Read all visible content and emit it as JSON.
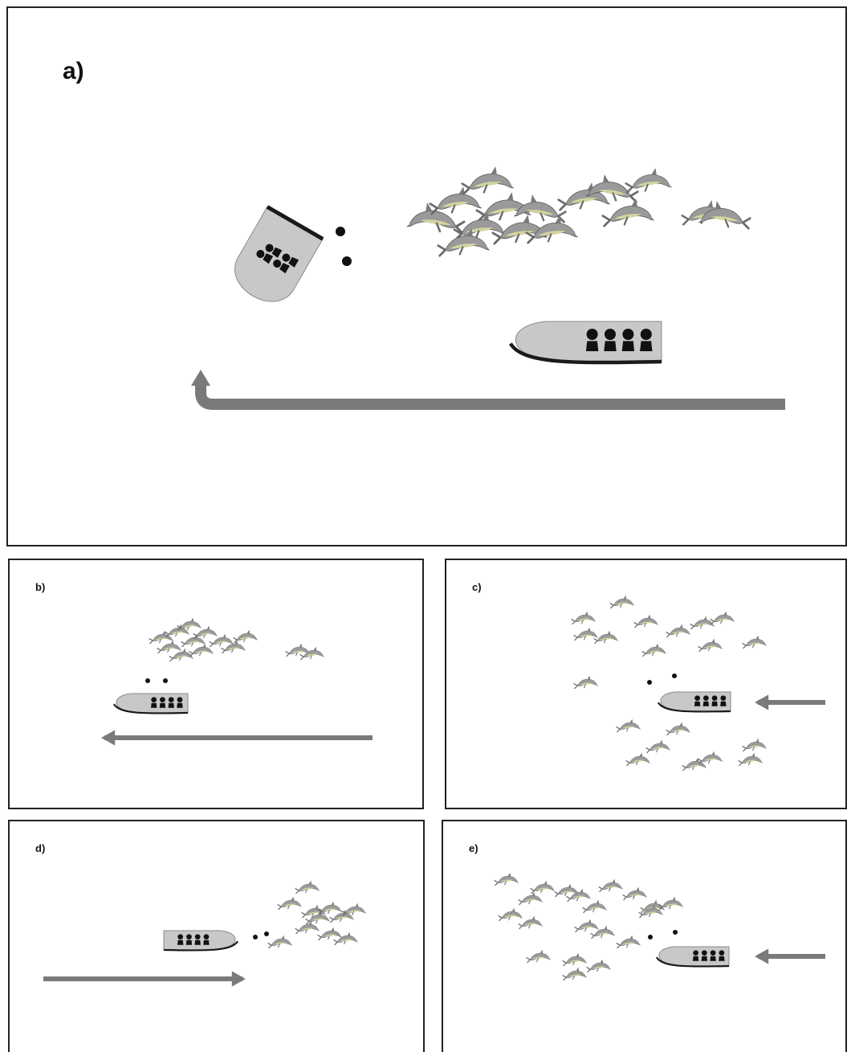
{
  "panels": {
    "a": {
      "label": "a)"
    },
    "b": {
      "label": "b)"
    },
    "c": {
      "label": "c)"
    },
    "d": {
      "label": "d)"
    },
    "e": {
      "label": "e)"
    }
  },
  "colors": {
    "boat_hull": "#c8c8c8",
    "boat_keel": "#1a1a1a",
    "arrow": "#7a7a7a",
    "dolphin_body": "#9a9a9a",
    "dolphin_belly": "#d4d4a0",
    "people": "#111111"
  },
  "icons": [
    "boat-icon",
    "dolphin-icon",
    "arrow-icon",
    "person-icon"
  ]
}
